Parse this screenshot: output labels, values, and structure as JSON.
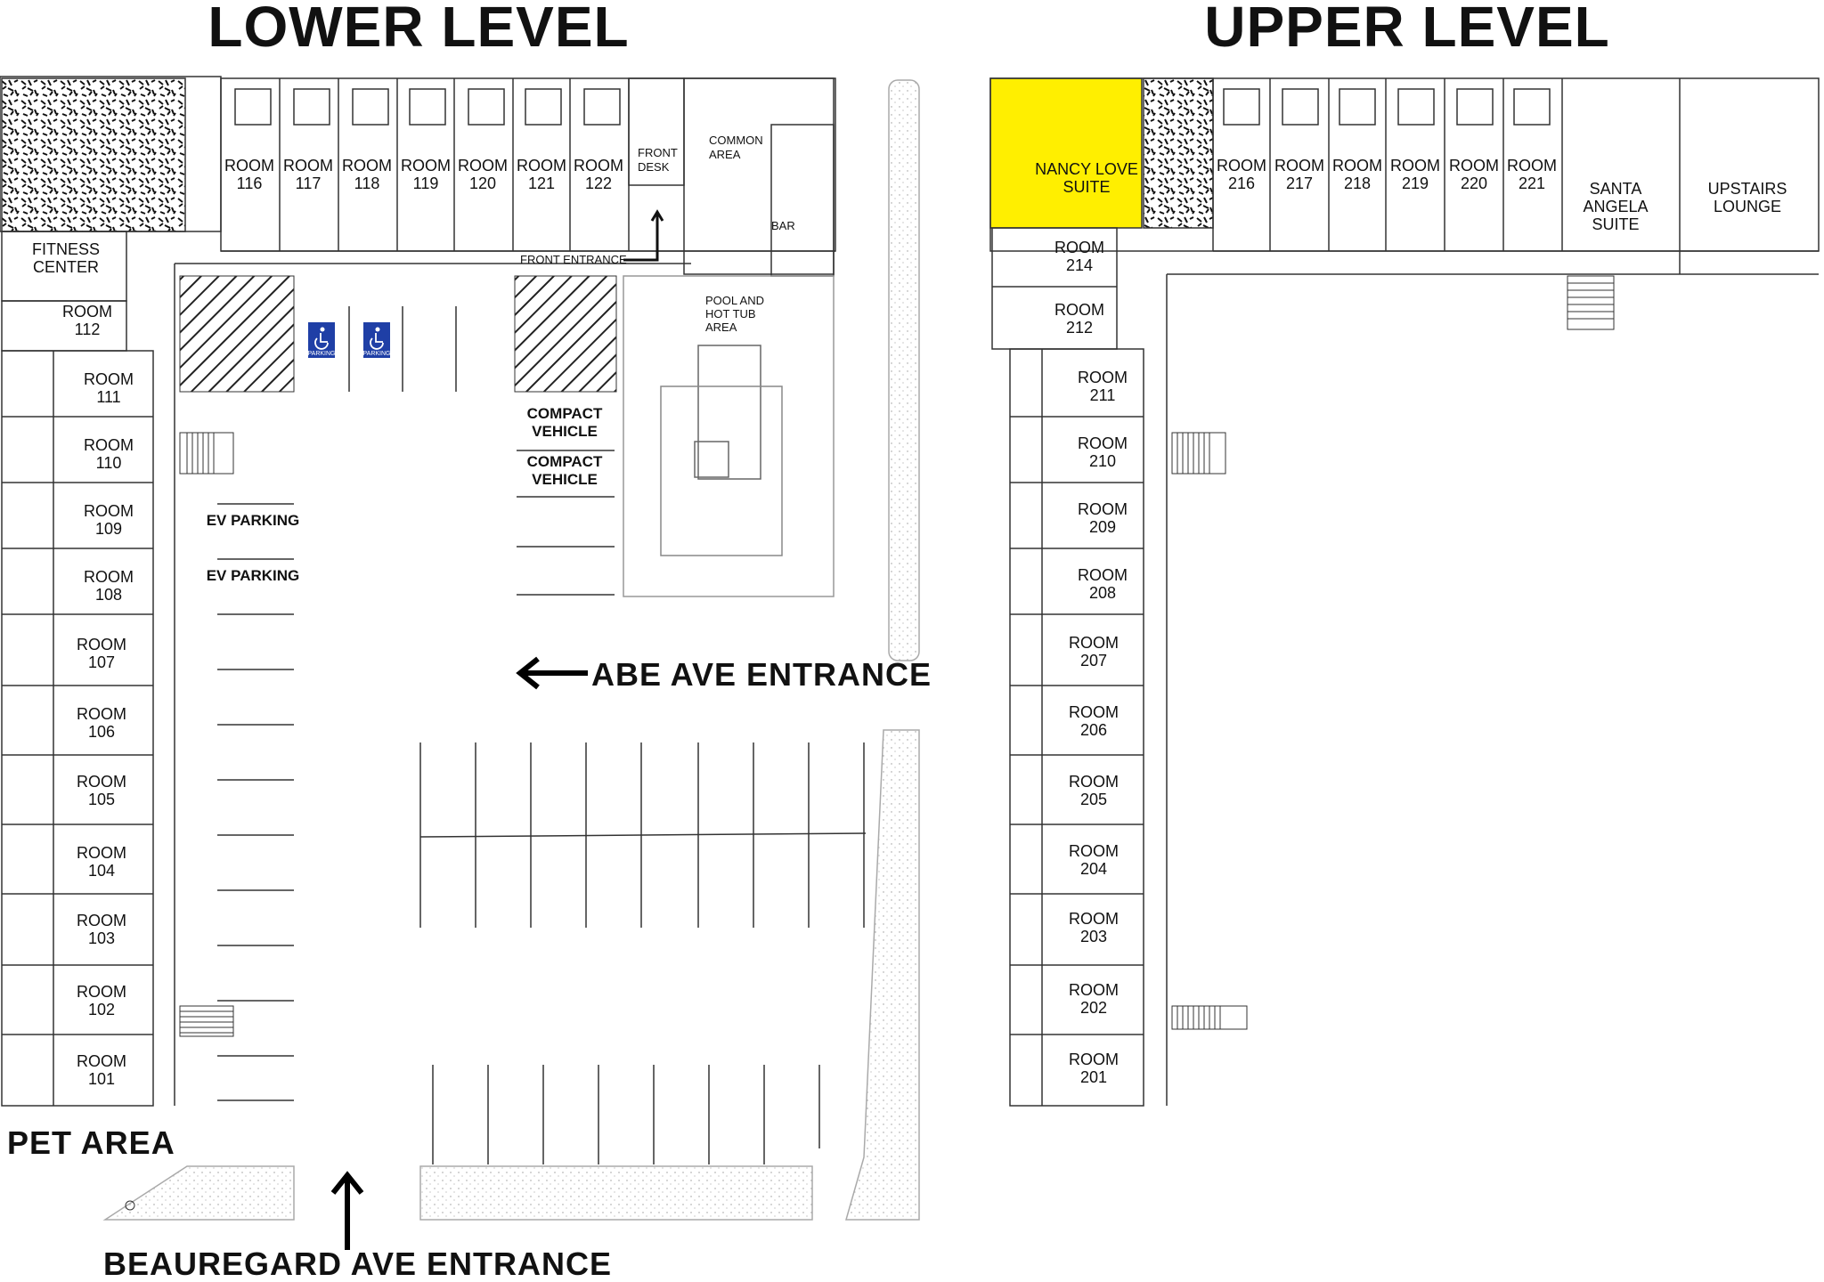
{
  "titles": {
    "lower": "LOWER LEVEL",
    "upper": "UPPER LEVEL"
  },
  "colors": {
    "highlight": "#ffef00",
    "line": "#333333",
    "accent_blue": "#1f3fa6"
  },
  "lower": {
    "top_rooms": [
      {
        "line1": "ROOM",
        "line2": "116"
      },
      {
        "line1": "ROOM",
        "line2": "117"
      },
      {
        "line1": "ROOM",
        "line2": "118"
      },
      {
        "line1": "ROOM",
        "line2": "119"
      },
      {
        "line1": "ROOM",
        "line2": "120"
      },
      {
        "line1": "ROOM",
        "line2": "121"
      },
      {
        "line1": "ROOM",
        "line2": "122"
      }
    ],
    "left_rooms": [
      {
        "line1": "ROOM",
        "line2": "112"
      },
      {
        "line1": "ROOM",
        "line2": "111"
      },
      {
        "line1": "ROOM",
        "line2": "110"
      },
      {
        "line1": "ROOM",
        "line2": "109"
      },
      {
        "line1": "ROOM",
        "line2": "108"
      },
      {
        "line1": "ROOM",
        "line2": "107"
      },
      {
        "line1": "ROOM",
        "line2": "106"
      },
      {
        "line1": "ROOM",
        "line2": "105"
      },
      {
        "line1": "ROOM",
        "line2": "104"
      },
      {
        "line1": "ROOM",
        "line2": "103"
      },
      {
        "line1": "ROOM",
        "line2": "102"
      },
      {
        "line1": "ROOM",
        "line2": "101"
      }
    ],
    "fitness": {
      "line1": "FITNESS",
      "line2": "CENTER"
    },
    "front_desk": {
      "line1": "FRONT",
      "line2": "DESK"
    },
    "common_area": {
      "line1": "COMMON",
      "line2": "AREA"
    },
    "bar": "BAR",
    "pool": {
      "line1": "POOL AND",
      "line2": "HOT TUB",
      "line3": "AREA"
    },
    "front_entrance": "FRONT ENTRANCE",
    "parking_sign": "PARKING",
    "compact": {
      "line1": "COMPACT",
      "line2": "VEHICLE"
    },
    "ev_parking": "EV PARKING",
    "abe_entrance": "ABE AVE ENTRANCE",
    "beauregard_entrance": "BEAUREGARD AVE ENTRANCE",
    "pet_area": "PET AREA"
  },
  "upper": {
    "top_rooms": [
      {
        "line1": "ROOM",
        "line2": "216"
      },
      {
        "line1": "ROOM",
        "line2": "217"
      },
      {
        "line1": "ROOM",
        "line2": "218"
      },
      {
        "line1": "ROOM",
        "line2": "219"
      },
      {
        "line1": "ROOM",
        "line2": "220"
      },
      {
        "line1": "ROOM",
        "line2": "221"
      }
    ],
    "side_rooms": [
      {
        "line1": "ROOM",
        "line2": "214"
      },
      {
        "line1": "ROOM",
        "line2": "212"
      },
      {
        "line1": "ROOM",
        "line2": "211"
      },
      {
        "line1": "ROOM",
        "line2": "210"
      },
      {
        "line1": "ROOM",
        "line2": "209"
      },
      {
        "line1": "ROOM",
        "line2": "208"
      },
      {
        "line1": "ROOM",
        "line2": "207"
      },
      {
        "line1": "ROOM",
        "line2": "206"
      },
      {
        "line1": "ROOM",
        "line2": "205"
      },
      {
        "line1": "ROOM",
        "line2": "204"
      },
      {
        "line1": "ROOM",
        "line2": "203"
      },
      {
        "line1": "ROOM",
        "line2": "202"
      },
      {
        "line1": "ROOM",
        "line2": "201"
      }
    ],
    "nancy": {
      "line1": "NANCY LOVE",
      "line2": "SUITE"
    },
    "santa": {
      "line1": "SANTA",
      "line2": "ANGELA",
      "line3": "SUITE"
    },
    "lounge": {
      "line1": "UPSTAIRS",
      "line2": "LOUNGE"
    }
  },
  "icons": {
    "accessible": "wheelchair-icon",
    "arrow": "arrow-icon"
  }
}
